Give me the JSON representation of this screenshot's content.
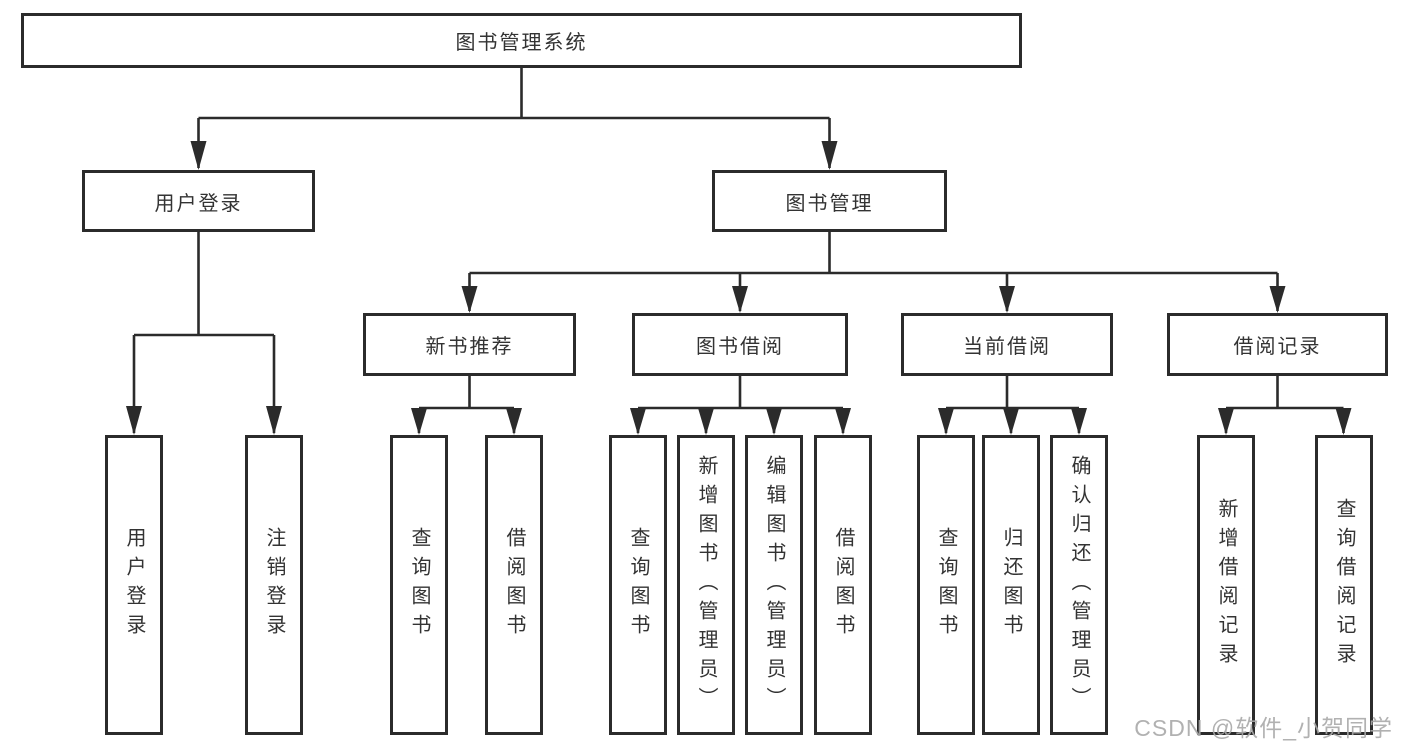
{
  "diagram": {
    "type": "hierarchy-tree",
    "root": "图书管理系统",
    "level2": {
      "user_login": "用户登录",
      "book_management": "图书管理"
    },
    "level3": {
      "new_book": "新书推荐",
      "book_borrow": "图书借阅",
      "current_borrow": "当前借阅",
      "borrow_records": "借阅记录"
    },
    "leaves": {
      "user_login": "用户登录",
      "logout": "注销登录",
      "newbook_query": "查询图书",
      "newbook_borrow": "借阅图书",
      "borrow_query": "查询图书",
      "borrow_add": "新增图书（管理员）",
      "borrow_edit": "编辑图书（管理员）",
      "borrow_borrow": "借阅图书",
      "current_query": "查询图书",
      "current_return": "归还图书",
      "current_confirm": "确认归还（管理员）",
      "records_add": "新增借阅记录",
      "records_query": "查询借阅记录"
    },
    "structure": {
      "图书管理系统": [
        "用户登录",
        "图书管理"
      ],
      "用户登录": [
        "用户登录",
        "注销登录"
      ],
      "图书管理": [
        "新书推荐",
        "图书借阅",
        "当前借阅",
        "借阅记录"
      ],
      "新书推荐": [
        "查询图书",
        "借阅图书"
      ],
      "图书借阅": [
        "查询图书",
        "新增图书（管理员）",
        "编辑图书（管理员）",
        "借阅图书"
      ],
      "当前借阅": [
        "查询图书",
        "归还图书",
        "确认归还（管理员）"
      ],
      "借阅记录": [
        "新增借阅记录",
        "查询借阅记录"
      ]
    }
  },
  "watermark": "CSDN @软件_小贺同学",
  "colors": {
    "line": "#2b2b2b",
    "box_border": "#2b2b2b",
    "box_fill": "#ffffff",
    "text": "#333333",
    "watermark": "#a8a8a8"
  }
}
